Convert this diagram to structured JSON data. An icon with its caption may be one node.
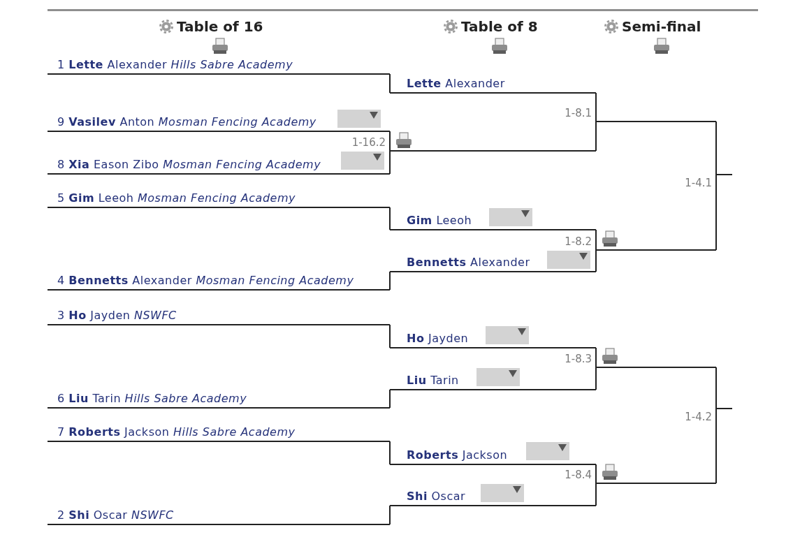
{
  "diagram": {
    "nodes": [
      {
        "text": [
          "1 **Lette** Alexander *Hills Sabre Academy*"
        ]
      },
      {
        "text": [
          "9 **Vasilev** Anton *Mosman Fencing Academy*"
        ]
      },
      {
        "text": [
          "8 **Xia** Eason Zibo *Mosman Fencing Academy*"
        ]
      },
      {
        "text": [
          "5 **Gim** Leeoh *Mosman Fencing Academy*"
        ]
      },
      {
        "text": [
          "4 **Bennetts** Alexander *Mosman Fencing Academy*"
        ]
      },
      {
        "text": [
          "3 **Ho** Jayden *NSWFC*"
        ]
      },
      {
        "text": [
          "6 **Liu** Tarin *Hills Sabre Academy*"
        ]
      },
      {
        "text": [
          "7 **Roberts** Jackson *Hills Sabre Academy*"
        ]
      },
      {
        "text": [
          "2 **Shi** Oscar *NSWFC*"
        ]
      },
      {
        "text": [
          "**Lette** Alexander"
        ]
      },
      {
        "text": [],
        "shape": "line"
      },
      {
        "text": [
          "**Gim** Leeoh"
        ]
      },
      {
        "text": [
          "**Bennetts** Alexander"
        ]
      },
      {
        "text": [
          "**Ho** Jayden"
        ]
      },
      {
        "text": [
          "**Liu** Tarin"
        ]
      },
      {
        "text": [
          "**Roberts** Jackson"
        ]
      },
      {
        "text": [
          "**Shi** Oscar"
        ]
      },
      {
        "text": [],
        "shape": "line"
      },
      {
        "text": [],
        "shape": "line"
      },
      {
        "text": [],
        "shape": "line"
      },
      {
        "text": [],
        "shape": "line"
      }
    ],
    "edges": [
      {
        "from": 0,
        "to": 9,
        "arrow": "none"
      },
      {
        "from": 1,
        "to": 10,
        "arrow": "none",
        "label": "1-16.2"
      },
      {
        "from": 2,
        "to": 10,
        "arrow": "none"
      },
      {
        "from": 3,
        "to": 11,
        "arrow": "none"
      },
      {
        "from": 4,
        "to": 12,
        "arrow": "none"
      },
      {
        "from": 5,
        "to": 13,
        "arrow": "none"
      },
      {
        "from": 6,
        "to": 14,
        "arrow": "none"
      },
      {
        "from": 7,
        "to": 15,
        "arrow": "none"
      },
      {
        "from": 8,
        "to": 16,
        "arrow": "none"
      },
      {
        "from": 9,
        "to": 17,
        "arrow": "none",
        "label": "1-8.1"
      },
      {
        "from": 10,
        "to": 17,
        "arrow": "none"
      },
      {
        "from": 11,
        "to": 18,
        "arrow": "none",
        "label": "1-8.2"
      },
      {
        "from": 12,
        "to": 18,
        "arrow": "none"
      },
      {
        "from": 13,
        "to": 19,
        "arrow": "none",
        "label": "1-8.3"
      },
      {
        "from": 14,
        "to": 19,
        "arrow": "none"
      },
      {
        "from": 15,
        "to": 20,
        "arrow": "none",
        "label": "1-8.4"
      },
      {
        "from": 16,
        "to": 20,
        "arrow": "none"
      },
      {
        "from": 17,
        "to": null,
        "arrow": "none"
      },
      {
        "from": 18,
        "to": null,
        "arrow": "none",
        "label": "1-4.1"
      },
      {
        "from": 19,
        "to": null,
        "arrow": "none"
      },
      {
        "from": 20,
        "to": null,
        "arrow": "none",
        "label": "1-4.2"
      }
    ],
    "labels": [
      "Table of 16",
      "Table of 8",
      "Semi-final"
    ]
  }
}
